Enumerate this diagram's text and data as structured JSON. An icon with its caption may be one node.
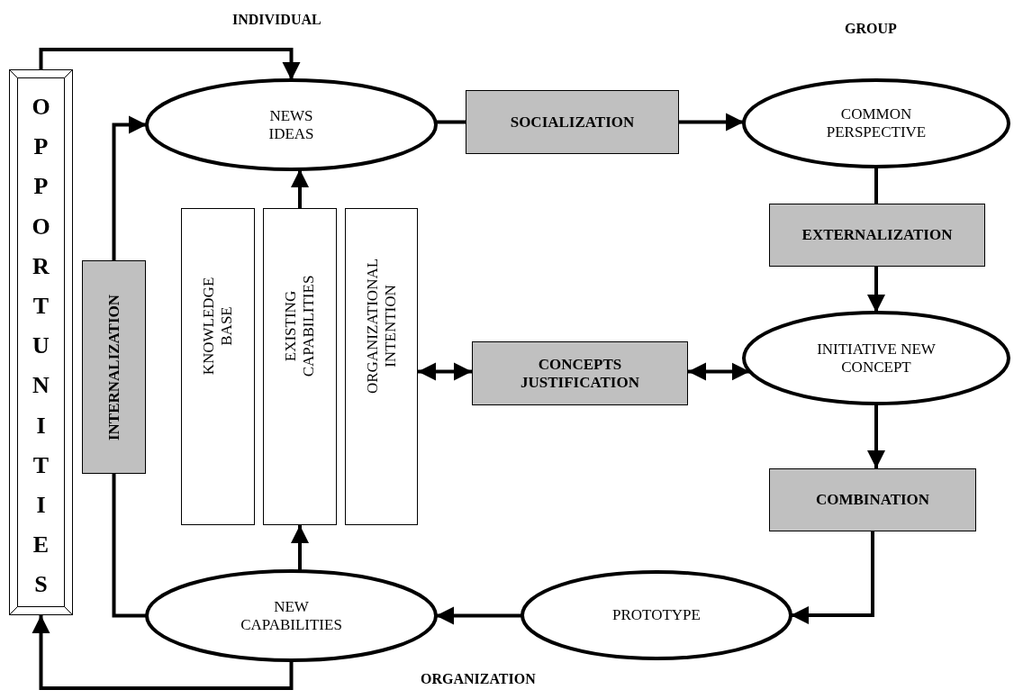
{
  "diagram": {
    "nodes": [
      {
        "text": [
          "OPPORTUNITIES"
        ]
      },
      {
        "text": [
          "NEWS IDEAS"
        ]
      },
      {
        "text": [
          "SOCIALIZATION"
        ]
      },
      {
        "text": [
          "COMMON PERSPECTIVE"
        ]
      },
      {
        "text": [
          "EXTERNALIZATION"
        ]
      },
      {
        "text": [
          "INTERNALIZATION"
        ]
      },
      {
        "text": [
          "KNOWLEDGE BASE"
        ]
      },
      {
        "text": [
          "EXISTING CAPABILITIES"
        ]
      },
      {
        "text": [
          "ORGANIZATIONAL INTENTION"
        ]
      },
      {
        "text": [
          "CONCEPTS JUSTIFICATION"
        ]
      },
      {
        "text": [
          "INITIATIVE NEW CONCEPT"
        ]
      },
      {
        "text": [
          "COMBINATION"
        ]
      },
      {
        "text": [
          "PROTOTYPE"
        ]
      },
      {
        "text": [
          "NEW CAPABILITIES"
        ]
      }
    ],
    "edges": [
      {
        "from": 0,
        "to": 1,
        "arrow": "to"
      },
      {
        "from": 5,
        "to": 1,
        "arrow": "to"
      },
      {
        "from": 7,
        "to": 1,
        "arrow": "to"
      },
      {
        "from": 1,
        "to": 2,
        "arrow": "none"
      },
      {
        "from": 2,
        "to": 3,
        "arrow": "to"
      },
      {
        "from": 3,
        "to": 4,
        "arrow": "none"
      },
      {
        "from": 4,
        "to": 10,
        "arrow": "to"
      },
      {
        "from": 8,
        "to": 9,
        "arrow": "both"
      },
      {
        "from": 9,
        "to": 10,
        "arrow": "both"
      },
      {
        "from": 10,
        "to": 11,
        "arrow": "to"
      },
      {
        "from": 11,
        "to": 12,
        "arrow": "to"
      },
      {
        "from": 12,
        "to": 13,
        "arrow": "to"
      },
      {
        "from": 13,
        "to": 5,
        "arrow": "none"
      },
      {
        "from": 13,
        "to": 7,
        "arrow": "to"
      },
      {
        "from": 13,
        "to": 0,
        "arrow": "to"
      }
    ],
    "labels": [
      "INDIVIDUAL",
      "GROUP",
      "ORGANIZATION"
    ]
  }
}
